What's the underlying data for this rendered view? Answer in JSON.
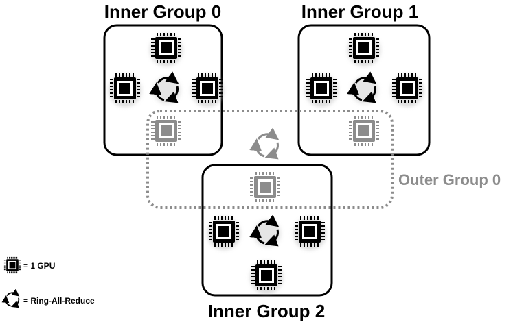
{
  "groups": {
    "inner0": {
      "label": "Inner Group 0"
    },
    "inner1": {
      "label": "Inner Group 1"
    },
    "inner2": {
      "label": "Inner Group 2"
    },
    "outer0": {
      "label": "Outer Group 0"
    }
  },
  "legend": {
    "gpu_label": "= 1 GPU",
    "ring_label": "= Ring-All-Reduce"
  },
  "icons": {
    "gpu": "gpu-chip-icon",
    "ring": "ring-all-reduce-icon"
  },
  "colors": {
    "active": "#000000",
    "outer": "#8c8c8c",
    "box_border": "#000000",
    "dotted_border": "#8c8c8c"
  }
}
